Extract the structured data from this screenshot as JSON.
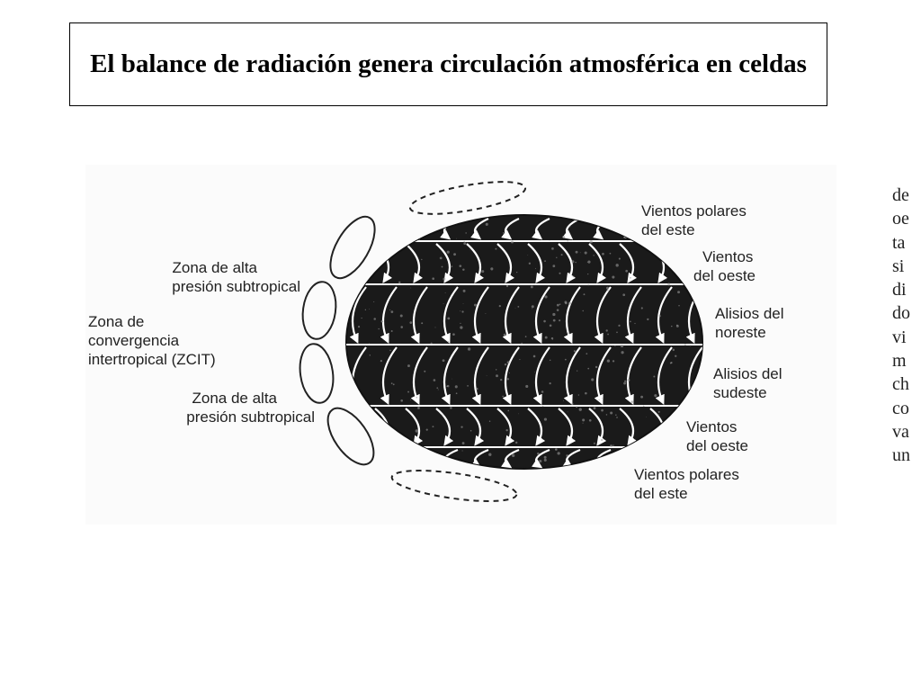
{
  "slide": {
    "title": "El balance de radiación genera circulación atmosférica en celdas"
  },
  "diagram": {
    "left_labels": {
      "high_pressure_north": [
        "Zona de alta",
        "presión subtropical"
      ],
      "itcz": [
        "Zona de",
        "convergencia",
        "intertropical (ZCIT)"
      ],
      "high_pressure_south": [
        "Zona de alta",
        "presión subtropical"
      ]
    },
    "right_labels": {
      "polar_easterlies_north": [
        "Vientos polares",
        "del este"
      ],
      "westerlies_north": [
        "Vientos",
        "del oeste"
      ],
      "ne_trades": [
        "Alisios del",
        "noreste"
      ],
      "se_trades": [
        "Alisios del",
        "sudeste"
      ],
      "westerlies_south": [
        "Vientos",
        "del oeste"
      ],
      "polar_easterlies_south": [
        "Vientos polares",
        "del este"
      ]
    },
    "globe_fill": "#1a1a1a",
    "line_color": "#ffffff"
  },
  "side_text_fragments": [
    "de",
    "oe",
    "ta",
    "si",
    "di",
    "do",
    "vi",
    "m",
    "ch",
    "co",
    "va",
    "un"
  ]
}
